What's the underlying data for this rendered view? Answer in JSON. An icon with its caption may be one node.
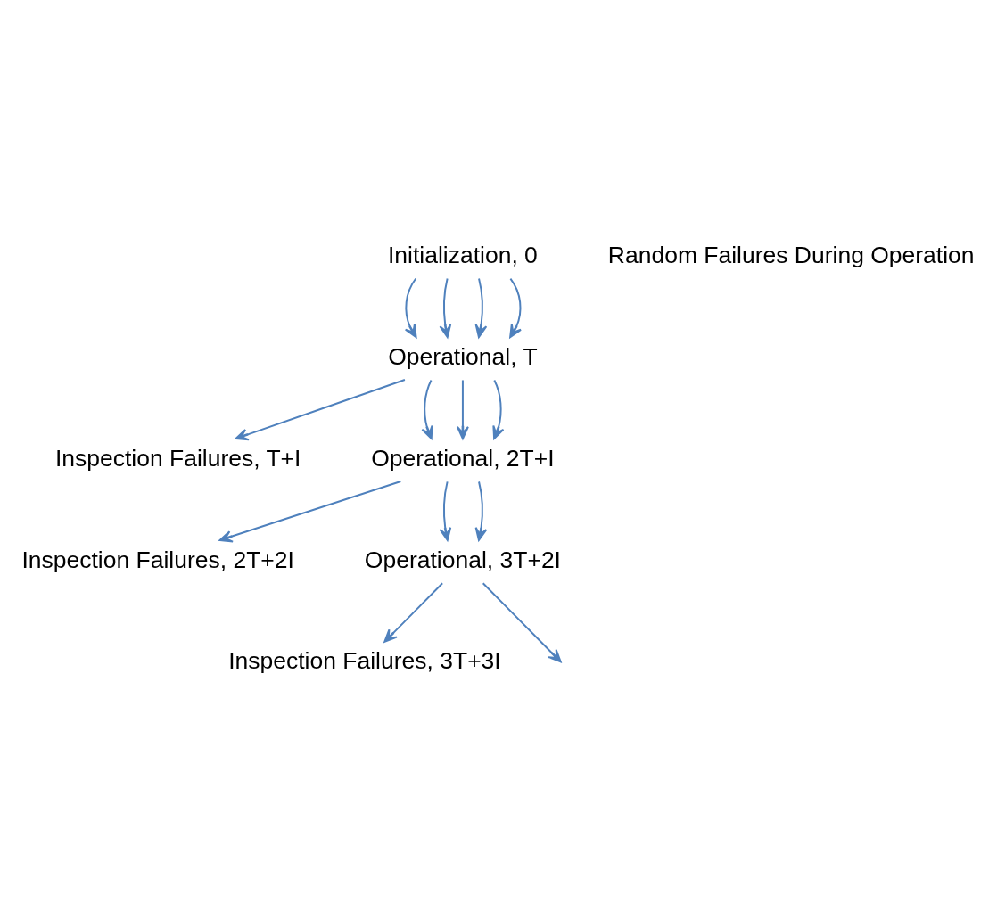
{
  "diagram": {
    "nodes": [
      {
        "text": [
          "Initialization, 0"
        ]
      },
      {
        "text": [
          "Operational, T"
        ]
      },
      {
        "text": [
          "Inspection Failures, T+I"
        ]
      },
      {
        "text": [
          "Operational, 2T+I"
        ]
      },
      {
        "text": [
          "Inspection Failures, 2T+2I"
        ]
      },
      {
        "text": [
          "Operational, 3T+2I"
        ]
      },
      {
        "text": [
          "Inspection Failures, 3T+3I"
        ]
      }
    ],
    "edges": [
      {
        "from": 0,
        "to": 1,
        "arrow": "to"
      },
      {
        "from": 0,
        "to": 1,
        "arrow": "to"
      },
      {
        "from": 0,
        "to": 1,
        "arrow": "to"
      },
      {
        "from": 0,
        "to": 1,
        "arrow": "to"
      },
      {
        "from": 1,
        "to": 2,
        "arrow": "to"
      },
      {
        "from": 1,
        "to": 3,
        "arrow": "to"
      },
      {
        "from": 1,
        "to": 3,
        "arrow": "to"
      },
      {
        "from": 1,
        "to": 3,
        "arrow": "to"
      },
      {
        "from": 3,
        "to": 4,
        "arrow": "to"
      },
      {
        "from": 3,
        "to": 5,
        "arrow": "to"
      },
      {
        "from": 3,
        "to": 5,
        "arrow": "to"
      },
      {
        "from": 5,
        "to": 6,
        "arrow": "to"
      },
      {
        "from": 5,
        "to": null,
        "arrow": "to"
      }
    ],
    "labels": [
      "Random Failures During Operation"
    ]
  }
}
